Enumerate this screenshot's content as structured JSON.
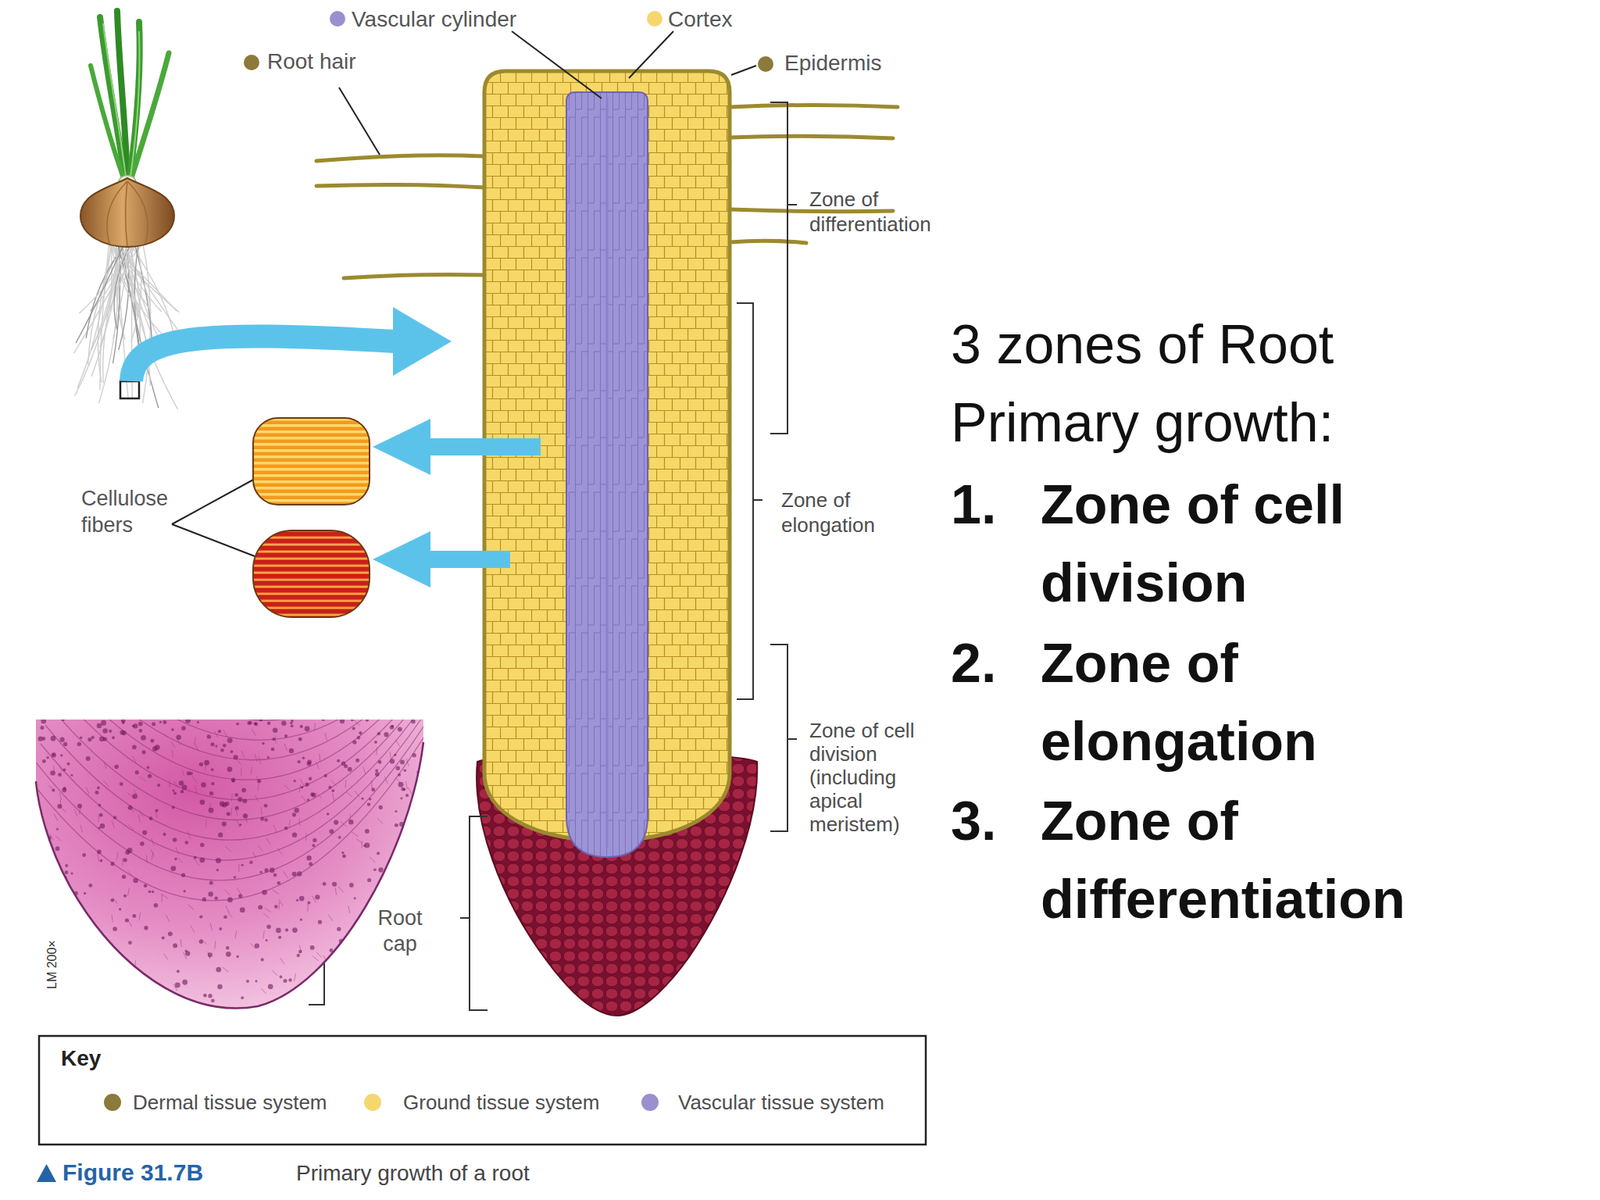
{
  "diagram": {
    "title": "3 zones of Root Primary growth:",
    "caption": "Primary growth of a root",
    "labels": [
      "Vascular cylinder",
      "Cortex",
      "Root hair",
      "Epidermis",
      "Zone of differentiation",
      "Zone of elongation",
      "Zone of cell division (including apical meristem)",
      "Cellulose fibers",
      "Root cap",
      "LM 200×",
      "Key",
      "Figure 31.7B",
      "1.",
      "Zone of cell division",
      "2.",
      "Zone of elongation",
      "3.",
      "Zone of differentiation"
    ],
    "legend": [
      {
        "text": "Dermal tissue system",
        "color": "#8b7a3a"
      },
      {
        "text": "Ground tissue system",
        "color": "#f5d76e"
      },
      {
        "text": "Vascular tissue system",
        "color": "#9b8fd0"
      }
    ]
  }
}
